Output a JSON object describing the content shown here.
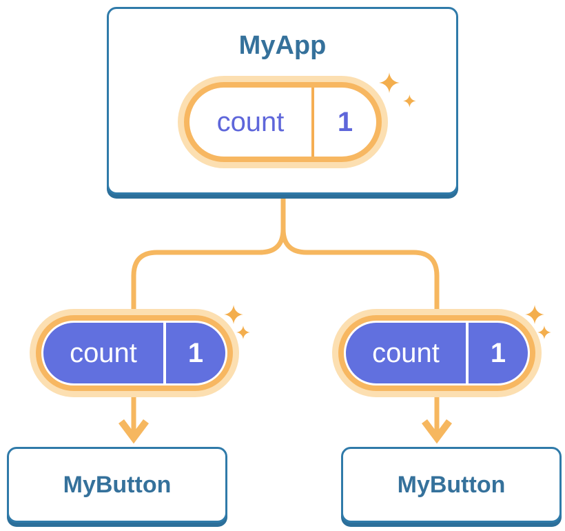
{
  "diagram": {
    "type": "react-component-tree",
    "root": {
      "title": "MyApp",
      "state": {
        "label": "count",
        "value": "1"
      }
    },
    "children": [
      {
        "title": "MyButton",
        "state": {
          "label": "count",
          "value": "1"
        }
      },
      {
        "title": "MyButton",
        "state": {
          "label": "count",
          "value": "1"
        }
      }
    ]
  },
  "icons": {
    "sparkle": "sparkles-icon",
    "arrowhead": "arrow-down-icon"
  },
  "colors": {
    "card_border_blue": "#2f7aa9",
    "card_shadow_blue": "#2c6f9a",
    "heading_blue": "#35719b",
    "connector_orange": "#f6b75f",
    "pill_ring_orange": "#f7b761",
    "pill_halo_orange": "#fcdfb1",
    "pill_divider_orange": "#f5ae52",
    "state_fill_indigo": "#6170df",
    "state_text_indigo": "#5e66da",
    "background": "#ffffff"
  }
}
